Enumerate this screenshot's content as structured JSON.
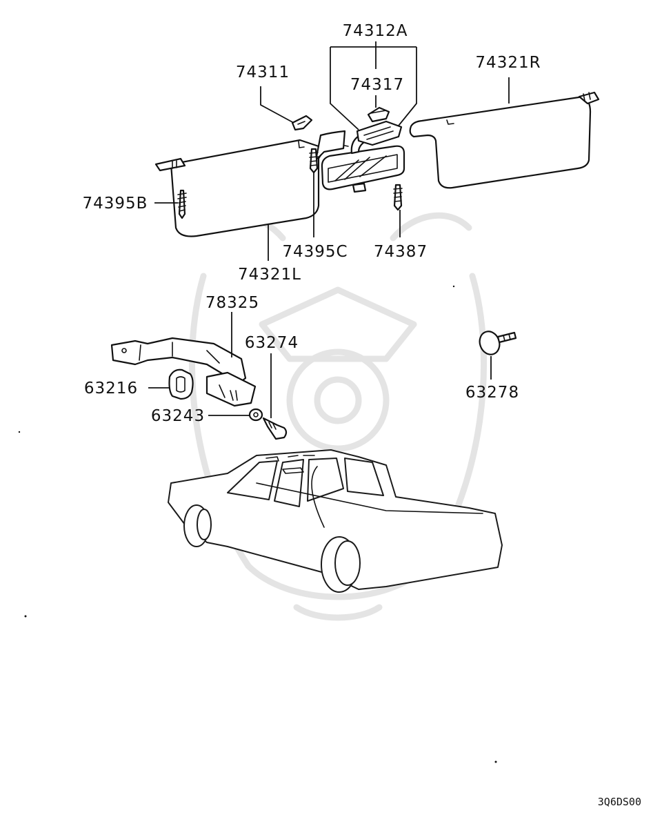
{
  "labels": {
    "p74312A": "74312A",
    "p74317": "74317",
    "p74311": "74311",
    "p74321R": "74321R",
    "p74395B": "74395B",
    "p74395C": "74395C",
    "p74387": "74387",
    "p74321L": "74321L",
    "p78325": "78325",
    "p63274": "63274",
    "p63216": "63216",
    "p63243": "63243",
    "p63278": "63278"
  },
  "diagram_code": "3Q6DS00"
}
